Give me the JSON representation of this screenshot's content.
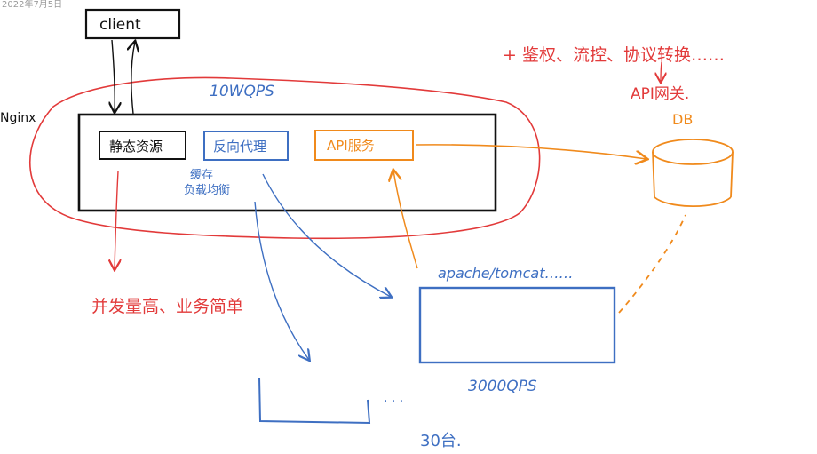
{
  "header": {
    "date_text": "2022年7月5日"
  },
  "colors": {
    "black": "#111111",
    "red": "#e23a3a",
    "blue": "#3e6fc2",
    "orange": "#f08a1c"
  },
  "labels": {
    "client": "client",
    "nginx": "Nginx",
    "qps_top": "10WQPS",
    "static_resources": "静态资源",
    "reverse_proxy": "反向代理",
    "api_service": "API服务",
    "cache_load_balance_line1": "缓存",
    "cache_load_balance_line2": "负载均衡",
    "auth_note": "+ 鉴权、流控、协议转换……",
    "api_gateway": "API网关.",
    "db": "DB",
    "concurrency_note": "并发量高、业务简单",
    "apache_tomcat": "apache/tomcat……",
    "qps_bottom": "3000QPS",
    "machines": "30台."
  }
}
